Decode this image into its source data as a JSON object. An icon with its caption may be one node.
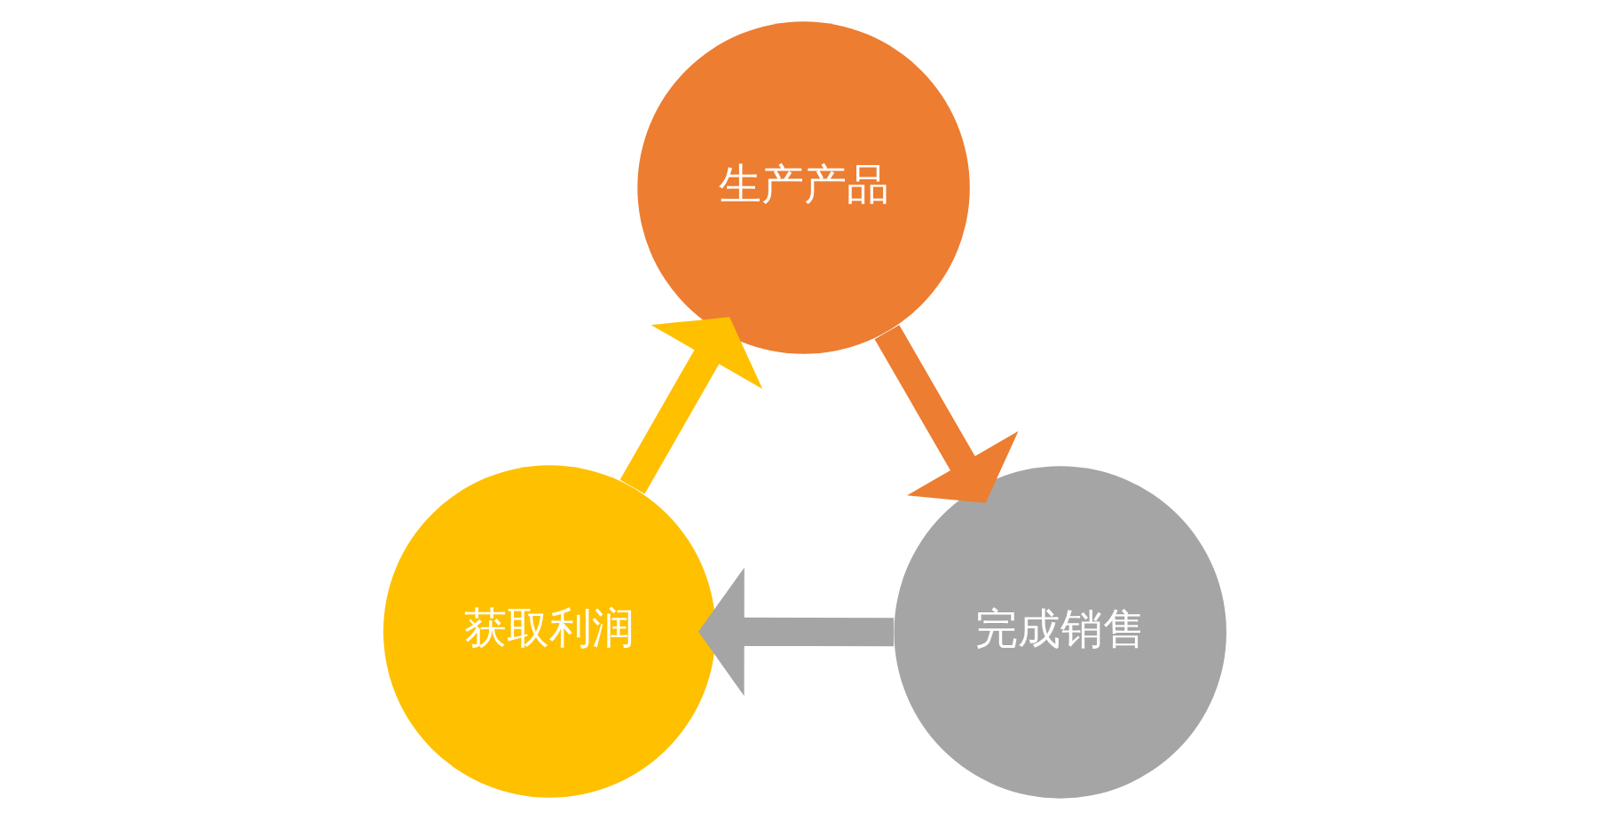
{
  "diagram": {
    "nodes": [
      {
        "text": [
          "生产产品"
        ]
      },
      {
        "text": [
          "完成销售"
        ]
      },
      {
        "text": [
          "获取利润"
        ]
      }
    ],
    "edges": [
      {
        "from": 0,
        "to": 1,
        "arrow": "to",
        "color": "#ed7d31"
      },
      {
        "from": 1,
        "to": 2,
        "arrow": "to",
        "color": "#a5a5a5"
      },
      {
        "from": 2,
        "to": 0,
        "arrow": "to",
        "color": "#ffc000"
      }
    ]
  }
}
